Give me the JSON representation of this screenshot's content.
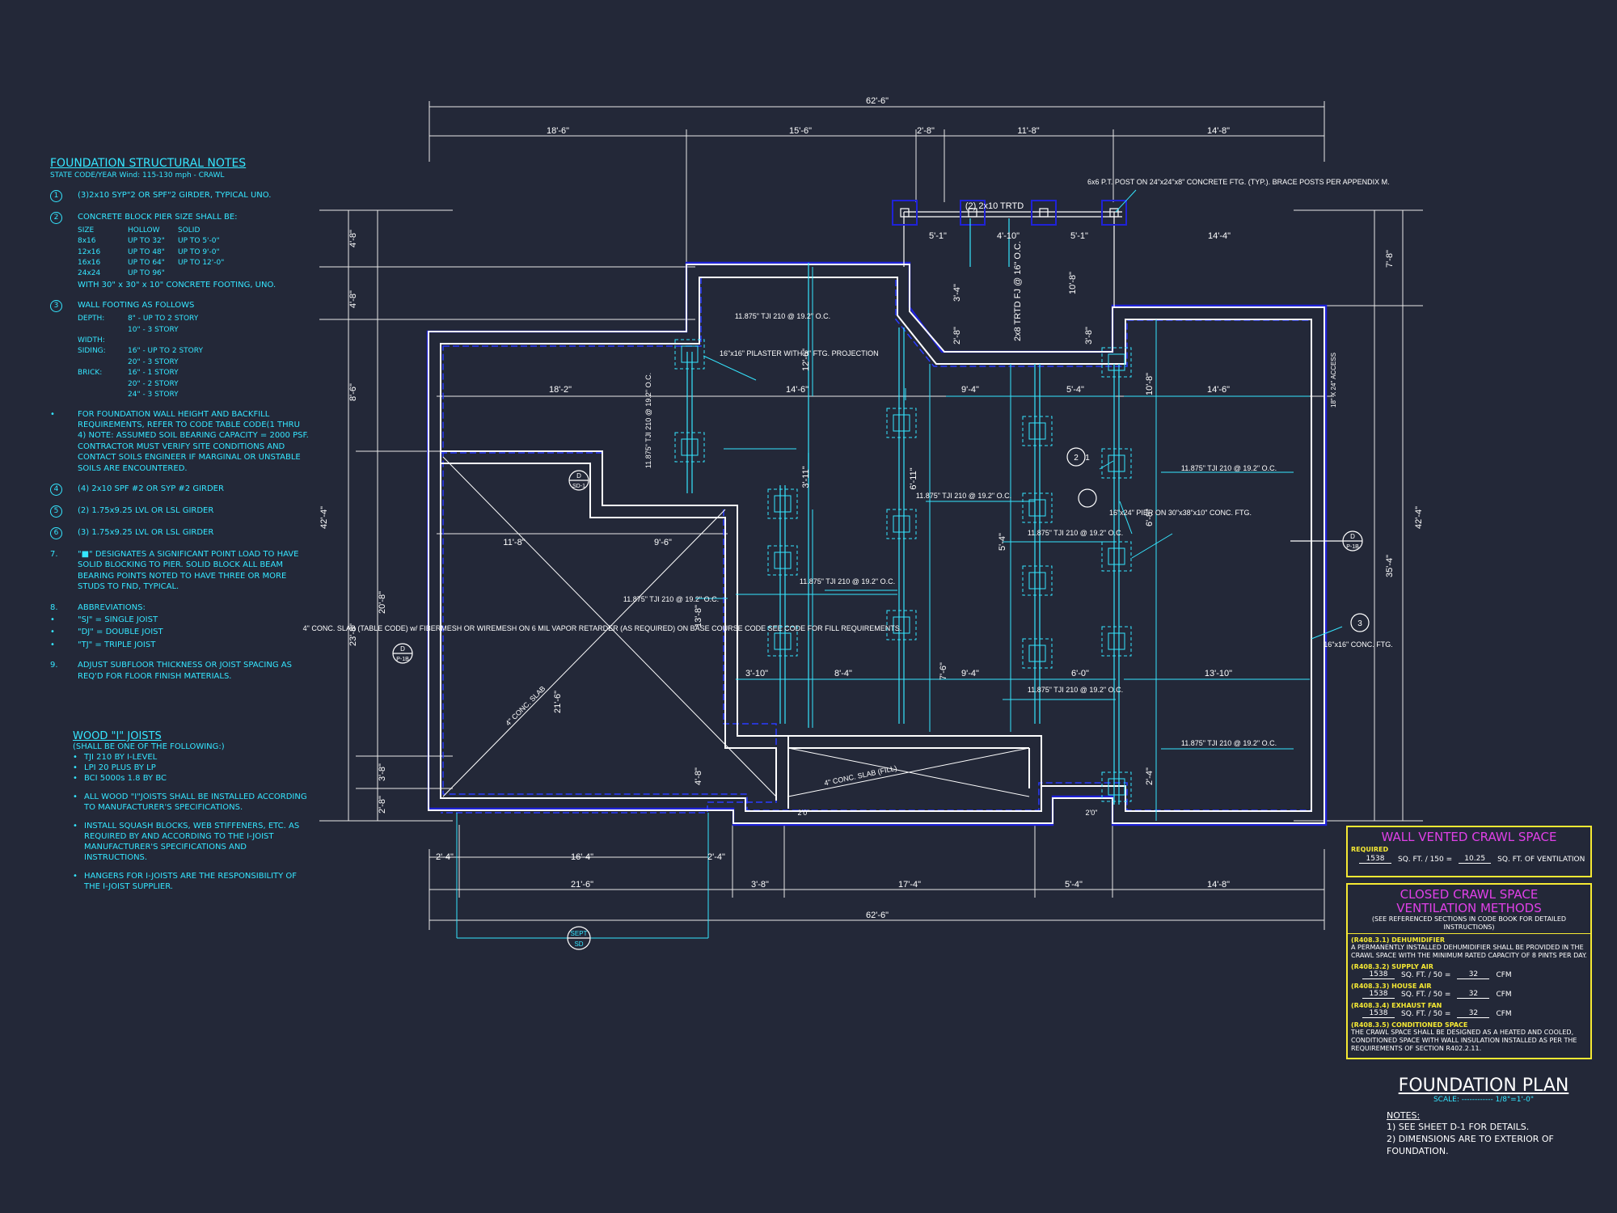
{
  "notes": {
    "title": "FOUNDATION STRUCTURAL NOTES",
    "subtitle": "STATE CODE/YEAR Wind: 115-130 mph - CRAWL",
    "n1": "(3)2x10 SYP\"2 OR SPF\"2 GIRDER, TYPICAL UNO.",
    "n2": "CONCRETE BLOCK PIER SIZE SHALL BE:",
    "pier_headers": [
      "SIZE",
      "HOLLOW",
      "SOLID"
    ],
    "pier_rows": [
      [
        "8x16",
        "UP TO 32\"",
        "UP TO 5'-0\""
      ],
      [
        "12x16",
        "UP TO 48\"",
        "UP TO 9'-0\""
      ],
      [
        "16x16",
        "UP TO 64\"",
        "UP TO 12'-0\""
      ],
      [
        "24x24",
        "UP TO 96\"",
        ""
      ]
    ],
    "n2b": "WITH 30\" x 30\" x 10\" CONCRETE FOOTING, UNO.",
    "n3": "WALL FOOTING AS FOLLOWS",
    "n3_depth_label": "DEPTH:",
    "n3_depth_1": "8\" - UP TO 2 STORY",
    "n3_depth_2": "10\" - 3 STORY",
    "n3_width_label": "WIDTH:",
    "n3_siding_label": "SIDING:",
    "n3_siding_1": "16\" - UP TO 2 STORY",
    "n3_siding_2": "20\" - 3 STORY",
    "n3_brick_label": "BRICK:",
    "n3_brick_1": "16\" - 1 STORY",
    "n3_brick_2": "20\" - 2 STORY",
    "n3_brick_3": "24\" - 3 STORY",
    "n_bullet": "FOR FOUNDATION WALL HEIGHT AND BACKFILL REQUIREMENTS, REFER TO CODE TABLE CODE(1 THRU 4) NOTE: ASSUMED SOIL BEARING CAPACITY = 2000 PSF. CONTRACTOR MUST VERIFY SITE CONDITIONS AND CONTACT SOILS ENGINEER IF MARGINAL OR UNSTABLE SOILS ARE ENCOUNTERED.",
    "n4": "(4) 2x10 SPF #2 OR SYP #2 GIRDER",
    "n5": "(2) 1.75x9.25 LVL OR LSL GIRDER",
    "n6": "(3) 1.75x9.25 LVL OR LSL GIRDER",
    "n7": "\"■\" DESIGNATES A SIGNIFICANT POINT LOAD TO HAVE SOLID BLOCKING TO PIER. SOLID BLOCK ALL BEAM BEARING POINTS NOTED TO HAVE THREE OR MORE STUDS TO FND, TYPICAL.",
    "n8": "ABBREVIATIONS:",
    "n8a": "\"SJ\" = SINGLE JOIST",
    "n8b": "\"DJ\" = DOUBLE JOIST",
    "n8c": "\"TJ\" = TRIPLE JOIST",
    "n9": "ADJUST SUBFLOOR THICKNESS OR JOIST SPACING AS REQ'D FOR FLOOR FINISH MATERIALS."
  },
  "joists": {
    "title": "WOOD \"I\" JOISTS",
    "subtitle": "(SHALL BE ONE OF THE FOLLOWING:)",
    "items": [
      "TJI 210 BY I-LEVEL",
      "LPI 20 PLUS BY LP",
      "BCI 5000s 1.8 BY BC"
    ],
    "b1": "ALL WOOD \"I\"JOISTS SHALL BE INSTALLED ACCORDING TO MANUFACTURER'S SPECIFICATIONS.",
    "b2": "INSTALL SQUASH BLOCKS, WEB STIFFENERS, ETC. AS REQUIRED BY AND ACCORDING TO THE I-JOIST MANUFACTURER'S SPECIFICATIONS AND INSTRUCTIONS.",
    "b3": "HANGERS FOR I-JOISTS ARE THE RESPONSIBILITY OF THE I-JOIST SUPPLIER."
  },
  "dims": {
    "overall_top": "62'-6\"",
    "top_1": "18'-6\"",
    "top_2": "15'-6\"",
    "top_3": "2'-8\"",
    "top_4": "11'-8\"",
    "top_5": "14'-8\"",
    "overall_bottom": "62'-6\"",
    "bot_1": "2'-4\"",
    "bot_2": "16'-4\"",
    "bot_3": "2'-4\"",
    "bot_4": "21'-6\"",
    "bot_5": "3'-8\"",
    "bot_6": "17'-4\"",
    "bot_7": "5'-4\"",
    "bot_8": "14'-8\"",
    "left_overall": "42'-4\"",
    "left_1": "4'-8\"",
    "left_2": "4'-8\"",
    "left_3": "8'-6\"",
    "left_4": "20'-8\"",
    "left_5": "23'-8\"",
    "left_6": "3'-8\"",
    "left_7": "2'-8\"",
    "right_overall": "42'-4\"",
    "right_1": "7'-8\"",
    "right_2": "35'-4\""
  },
  "labels": {
    "post_note": "6x6 P.T. POST ON 24\"x24\"x8\" CONCRETE FTG. (TYP.). BRACE POSTS PER APPENDIX M.",
    "porch_beam": "(2) 2x10 TRTD",
    "porch_joist": "2x8 TRTD FJ @ 16\" O.C.",
    "porch_d1": "5'-1\"",
    "porch_d2": "4'-10\"",
    "porch_d3": "5'-1\"",
    "porch_d4": "14'-4\"",
    "porch_d5": "10'-8\"",
    "porch_d6": "3'-4\"",
    "porch_d7": "2'-8\"",
    "porch_d8": "3'-8\"",
    "pilaster": "16\"x16\" PILASTER WITH 8\" FTG. PROJECTION",
    "joist_a": "11.875\" TJI 210 @ 19.2\" O.C.",
    "joist_b": "11.875\" TJI 210 @ 19.2\" O.C.",
    "joist_c": "11.875\" TJI 210 @ 19.2\" O.C.",
    "joist_d": "11.875\" TJI 210 @ 19.2\" O.C.",
    "joist_e": "11.875\" TJI 210 @ 19.2\" O.C.",
    "joist_f": "11.875\" TJI 210 @ 19.2\" O.C.",
    "joist_g": "11.875\" TJI 210 @ 19.2\" O.C.",
    "joist_h": "11.875\" TJI 210 @ 19.2\" O.C.",
    "joist_i": "11.875\" TJI 210 @ 19.2\" O.C.",
    "slab_note": "4\" CONC. SLAB (TABLE CODE) w/ FIBERMESH OR WIREMESH ON 6 MIL VAPOR RETARDER (AS REQUIRED) ON BASE COURSE CODE SEE CODE FOR FILL REQUIREMENTS.",
    "slab_diag": "4\" CONC. SLAB",
    "slab_small": "4\" CONC. SLAB (FILL)",
    "pier_note": "16\"x24\" PIER ON 30\"x38\"x10\" CONC. FTG.",
    "ftg_note": "16\"x16\" CONC. FTG.",
    "access": "18\" X 24\" ACCESS",
    "d_18_2": "18'-2\"",
    "d_14_6a": "14'-6\"",
    "d_14_6b": "14'-6\"",
    "d_11_8": "11'-8\"",
    "d_9_6": "9'-6\"",
    "d_9_4a": "9'-4\"",
    "d_9_4b": "9'-4\"",
    "d_5_4": "5'-4\"",
    "d_3_10": "3'-10\"",
    "d_8_4": "8'-4\"",
    "d_6_0": "6'-0\"",
    "d_13_10": "13'-10\"",
    "d_12_6": "12'-6\"",
    "d_10_8": "10'-8\"",
    "d_6_11": "6'-11\"",
    "d_7_6": "7'-6\"",
    "d_3_11": "3'-11\"",
    "d_5_4v": "5'-4\"",
    "d_6_8": "6'-8\"",
    "d_2_4": "2'-4\"",
    "d_2_0a": "2'0\"",
    "d_2_0b": "2'0\"",
    "d_13_8": "13'-8\"",
    "d_21_6v": "21'-6\"",
    "d_4_8v": "4'-8\"",
    "call_1": "1",
    "call_2": "2",
    "call_3": "3",
    "sec_d_top": "D",
    "sec_d_bot": "SD-1",
    "sec_p_top": "D",
    "sec_p_bot": "P-1B",
    "sec_r_top": "D",
    "sec_r_bot": "P-1B",
    "sec_s_top": "SEPT",
    "sec_s_bot": "SD"
  },
  "wall_vent": {
    "title": "WALL VENTED CRAWL SPACE",
    "required": "REQUIRED",
    "area": "1538",
    "unit1": "SQ. FT. / 150 =",
    "vent": "10.25",
    "unit2": "SQ. FT. OF VENTILATION"
  },
  "closed": {
    "title1": "CLOSED CRAWL SPACE",
    "title2": "VENTILATION METHODS",
    "subtitle": "(SEE REFERENCED SECTIONS IN CODE BOOK FOR DETAILED INSTRUCTIONS)",
    "m1_title": "(R408.3.1) DEHUMIDIFIER",
    "m1_text": "A PERMANENTLY INSTALLED DEHUMIDIFIER SHALL BE PROVIDED IN THE CRAWL SPACE WITH THE MINIMUM RATED CAPACITY OF 8 PINTS PER DAY.",
    "m2_title": "(R408.3.2) SUPPLY AIR",
    "m2_area": "1538",
    "m2_unit": "SQ. FT. / 50 =",
    "m2_val": "32",
    "m2_cfm": "CFM",
    "m3_title": "(R408.3.3) HOUSE AIR",
    "m3_area": "1538",
    "m3_unit": "SQ. FT. / 50 =",
    "m3_val": "32",
    "m3_cfm": "CFM",
    "m4_title": "(R408.3.4) EXHAUST FAN",
    "m4_area": "1538",
    "m4_unit": "SQ. FT. / 50 =",
    "m4_val": "32",
    "m4_cfm": "CFM",
    "m5_title": "(R408.3.5) CONDITIONED SPACE",
    "m5_text": "THE CRAWL SPACE SHALL BE DESIGNED AS A HEATED AND COOLED, CONDITIONED SPACE WITH WALL INSULATION INSTALLED AS PER THE REQUIREMENTS OF SECTION R402.2.11."
  },
  "title_block": {
    "title": "FOUNDATION PLAN",
    "scale": "SCALE: ------------ 1/8\"=1'-0\"",
    "notes_label": "NOTES:",
    "note1": "1)  SEE SHEET D-1 FOR DETAILS.",
    "note2": "2)  DIMENSIONS ARE TO EXTERIOR OF FOUNDATION."
  },
  "colors": {
    "background": "#232838",
    "wall": "#ffffff",
    "footing": "#1f22d8",
    "structure": "#35e6ff",
    "panel_border": "#f6e933",
    "panel_title": "#e040e8"
  }
}
